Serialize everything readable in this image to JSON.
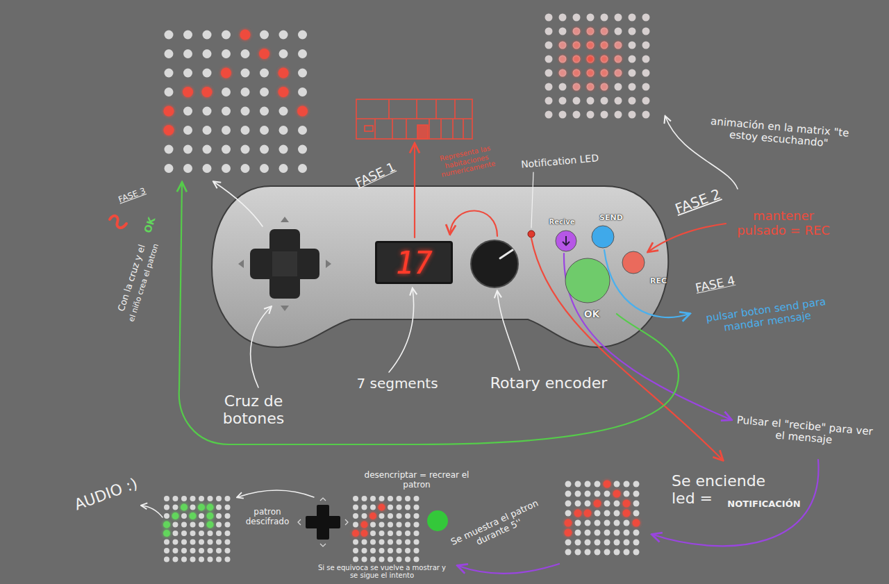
{
  "diagram": {
    "nodes": [
      {
        "text": [
          "17"
        ]
      },
      {
        "text": [
          "Recive"
        ]
      },
      {
        "text": [
          "SEND"
        ]
      },
      {
        "text": [
          "REC"
        ]
      },
      {
        "text": [
          "OK"
        ]
      }
    ],
    "labels": [
      "FASE 1",
      "Representa las habitaciones numericamente",
      "Notification LED",
      "animación en la matrix \"te estoy escuchando\"",
      "FASE 3",
      "Con la cruz y el",
      "OK",
      "el niño crea el patron",
      "FASE 2",
      "mantener pulsado = REC",
      "FASE 4",
      "pulsar boton send para mandar mensaje",
      "Cruz de botones",
      "7 segments",
      "Rotary encoder",
      "Pulsar el \"recibe\" para ver el mensaje",
      "AUDIO :)",
      "desencriptar = recrear el patron",
      "Se enciende led =",
      "NOTIFICACIÓN",
      "patron descifrado",
      "Se muestra el patron durante 5''",
      "Si se equivoca se vuelve a mostrar y se sigue el intento"
    ]
  }
}
